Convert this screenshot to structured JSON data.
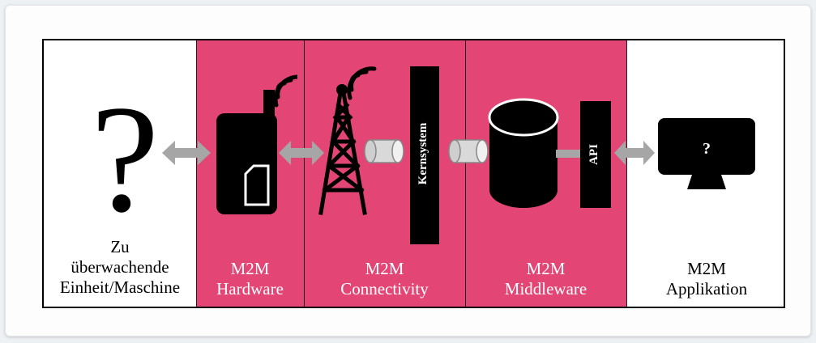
{
  "columns": [
    {
      "title_lines": [
        "Zu",
        "überwachende",
        "Einheit/Maschine"
      ]
    },
    {
      "title_lines": [
        "M2M",
        "Hardware"
      ]
    },
    {
      "title_lines": [
        "M2M",
        "Connectivity"
      ]
    },
    {
      "title_lines": [
        "M2M",
        "Middleware"
      ]
    },
    {
      "title_lines": [
        "M2M",
        "Applikation"
      ]
    }
  ],
  "unit_symbol": "?",
  "core_system_label": "Kernsystem",
  "api_label": "API",
  "monitor_symbol": "?",
  "colors": {
    "accent": "#e34675",
    "icon": "#000000",
    "arrow": "#a6a6a6",
    "pipe": "#d9d9d9"
  },
  "icons": [
    "question-mark-icon",
    "mobile-device-icon",
    "sim-card-icon",
    "signal-waves-icon",
    "radio-tower-icon",
    "pipe-connector-icon",
    "database-icon",
    "monitor-icon",
    "double-arrow-icon"
  ]
}
